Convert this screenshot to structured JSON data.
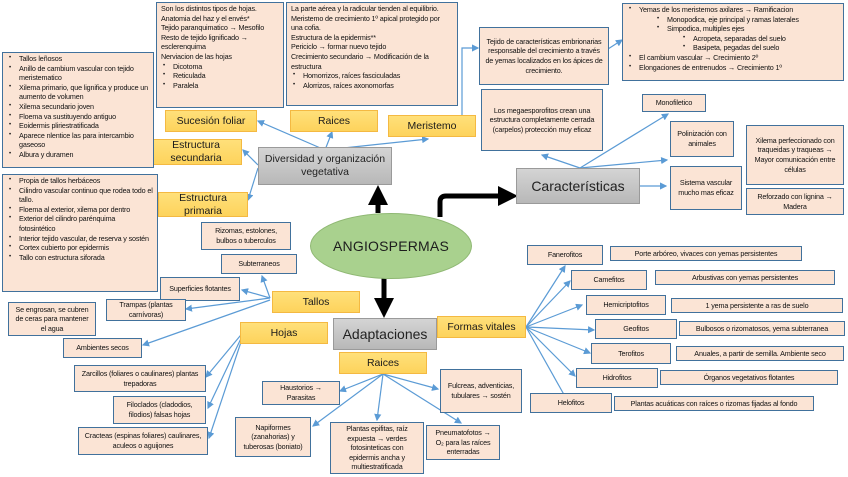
{
  "title": "ANGIOSPERMAS",
  "colors": {
    "detail_box_fill": "#fbe4d5",
    "detail_box_border": "#41719c",
    "category_fill": "#ffd966",
    "hub_fill": "#bfbfbf",
    "center_fill": "#a9d18e",
    "connector_blue": "#5b9bd5",
    "main_arrow": "#000000"
  },
  "hubs": {
    "diversidad": "Diversidad y organización vegetativa",
    "caracteristicas": "Características",
    "adaptaciones": "Adaptaciones"
  },
  "diversidad": {
    "categories": {
      "sucesion_foliar": "Sucesión foliar",
      "raices": "Raices",
      "meristemo": "Meristemo",
      "estructura_secundaria": "Estructura secundaria",
      "estructura_primaria": "Estructura primaria"
    },
    "sucesion_foliar_box": {
      "lines": [
        "Son los distintos tipos de hojas.",
        "Anatomia del haz y el envés*",
        "Tejido paranquimatico → Mesofilo",
        "Resto de tejido lignificado → esclerenquima",
        "Nerviacion de las hojas"
      ],
      "bullets": [
        "Dicotoma",
        "Reticulada",
        "Paralela"
      ]
    },
    "raices_box": {
      "lines": [
        "La parte aérea y la radicular tienden al equilibrio.",
        "Meristemo de crecimiento 1º apical protegido por una cofia.",
        "Estructura de la epidermis**",
        "Periciclo → formar nuevo tejido",
        "Crecimiento secundario → Modificación de la estructura"
      ],
      "bullets": [
        "Homorrizos, raíces fasciculadas",
        "Alorrizos, raíces axonomorfas"
      ]
    },
    "meristemo_box": "Tejido de características embrionarias responsable del crecimiento a través de yemas localizados en los ápices de crecimiento.",
    "meristemo_detail": {
      "items": [
        {
          "level": 1,
          "text": "Yemas de los meristemos axilares → Ramificacion"
        },
        {
          "level": 2,
          "text": "Monopodica, eje principal y ramas laterales"
        },
        {
          "level": 2,
          "text": "Simpodica, multiples ejes"
        },
        {
          "level": 3,
          "text": "Acropeta, separadas del suelo"
        },
        {
          "level": 3,
          "text": "Basipeta, pegadas del suelo"
        },
        {
          "level": 1,
          "text": "El cambium vascular → Crecimiento 2º"
        },
        {
          "level": 1,
          "text": "Elongaciones de entrenudos → Crecimiento 1º"
        }
      ]
    },
    "estructura_secundaria_box": [
      "Tallos leñosos",
      "Anillo de cambium vascular con tejido meristematico",
      "Xilema primario, que lignifica y produce un aumento de volumen",
      "Xilema secundario joven",
      "Floema va sustituyendo antiguo",
      "Eoidermis pliriestratificada",
      "Aparece nlentice las para intercambio gaseoso",
      "Albura y duramen"
    ],
    "estructura_primaria_box": [
      "Propia de tallos herbáceos",
      "Cilindro vascular continuo que rodea todo el tallo.",
      "Floema al exterior, xilema por dentro",
      "Exterior del cilindro parénquima fotosintético",
      "Interior tejido vascular, de reserva y sostén",
      "Cortex cubierto por epidermis",
      "Tallo con estructura siforada"
    ]
  },
  "caracteristicas": {
    "megaesporofitos": "Los megaesporofitos crean una estructura completamente cerrada (carpelos) protección muy eficaz",
    "monofiletico": "Monofiletico",
    "polinizacion": "Polinización con animales",
    "sistema_vascular": "Sistema vascular mucho mas eficaz",
    "xilema": "Xilema perfeccionado con traqueidas y traqueas → Mayor comunicación entre células",
    "reforzado": "Reforzado con lignina → Madera"
  },
  "adaptaciones": {
    "categories": {
      "tallos": "Tallos",
      "hojas": "Hojas",
      "raices": "Raices",
      "formas_vitales": "Formas vitales"
    },
    "tallos": {
      "rizomas": "Rizomas, estolones, bulbos o tuberculos",
      "subterraneos": "Subterraneos",
      "superficies": "Superficies flotantes",
      "trampas": "Trampas (plantas carnívoras)",
      "ambientes": "Ambientes secos",
      "engrosan": "Se engrosan, se cubren de ceras para mantener el agua"
    },
    "hojas": {
      "zarcillos": "Zarcillos (foliares o caulinares) plantas trepadoras",
      "filoclados": "Filoclados (cladodios, filodios) falsas hojas",
      "cracteas": "Cracteas (espinas foliares) caulinares, aculeos o aguijones"
    },
    "raices": {
      "haustorios": "Haustorios → Parasitas",
      "napiformes": "Napiformes (zanahorias) y tuberosas (boniato)",
      "epifitas": "Plantas epifitas, raíz expuesta → verdes fotosinteticas con epidermis ancha y multiestratificada",
      "neumatoforos": "Pneumatofotos → O₂ para las raíces enterradas",
      "fulcreas": "Fulcreas, adventicias, tubulares → sostén"
    },
    "formas_vitales": [
      {
        "name": "Fanerofitos",
        "desc": "Porte arbóreo, vivaces con yemas persistentes"
      },
      {
        "name": "Camefitos",
        "desc": "Arbustivas con yemas persistentes"
      },
      {
        "name": "Hemicriptofitos",
        "desc": "1 yema persistente a ras de suelo"
      },
      {
        "name": "Geofitos",
        "desc": "Bulbosos o rizomatosos, yema subterranea"
      },
      {
        "name": "Terofitos",
        "desc": "Anuales, a partir de semilla. Ambiente seco"
      },
      {
        "name": "Hidrofitos",
        "desc": "Órganos vegetativos flotantes"
      },
      {
        "name": "Helofitos",
        "desc": "Plantas acuáticas con raíces o rizomas fijadas al fondo"
      }
    ]
  }
}
